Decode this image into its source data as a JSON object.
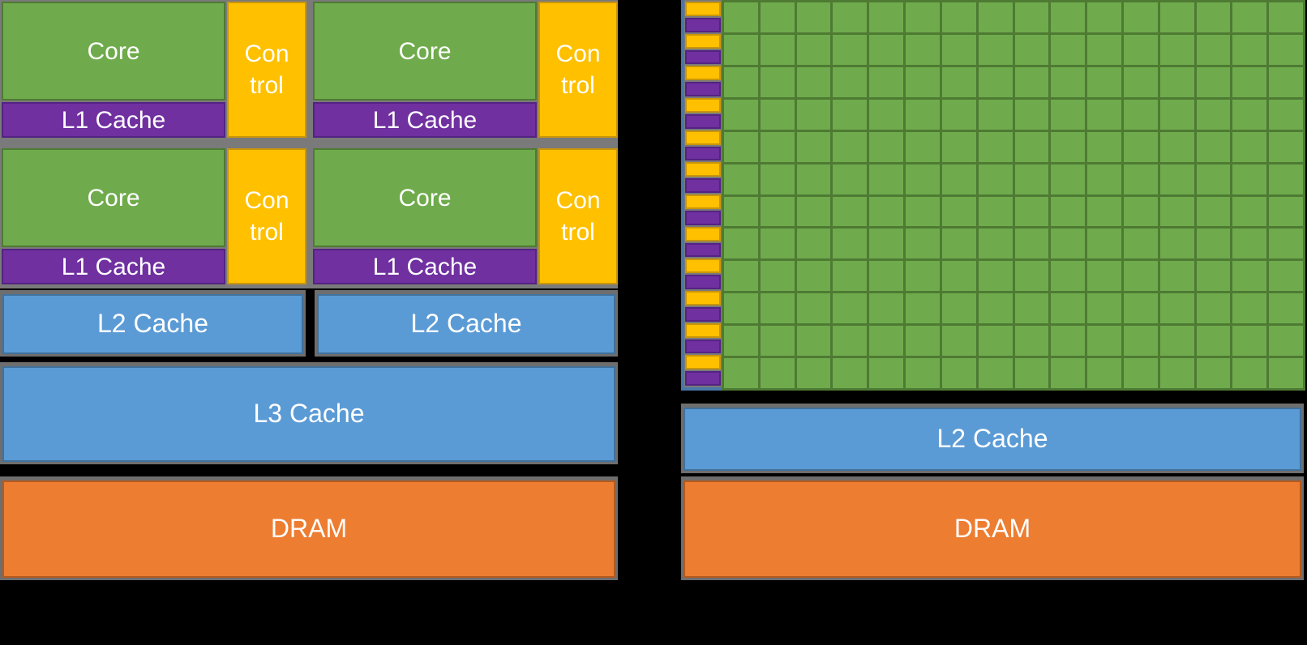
{
  "palette": {
    "background": "#000000",
    "slab_gray": "#7a7a7a",
    "edge_gray": "#6e6e6e",
    "core_green": "#6FAB4C",
    "green_border": "#4E7A33",
    "control_yellow": "#FFC000",
    "yellow_border": "#C9950A",
    "l1_purple": "#7030A0",
    "purple_border": "#542383",
    "cache_blue": "#5B9BD5",
    "blue_border": "#41719C",
    "dram_orange": "#ED7D31",
    "orange_border": "#B55A1E",
    "steel_edge": "#4A76A8",
    "text": "#FFFFFF"
  },
  "cpu": {
    "core_label": "Core",
    "l1_label": "L1 Cache",
    "control_label": "Con\ntrol",
    "core_block_count": 4,
    "l2_labels": [
      "L2 Cache",
      "L2 Cache"
    ],
    "l3_label": "L3 Cache",
    "dram_label": "DRAM"
  },
  "gpu": {
    "stripe_rows": 12,
    "core_grid_columns": 16,
    "core_grid_rows": 12,
    "l2_label": "L2 Cache",
    "dram_label": "DRAM"
  }
}
